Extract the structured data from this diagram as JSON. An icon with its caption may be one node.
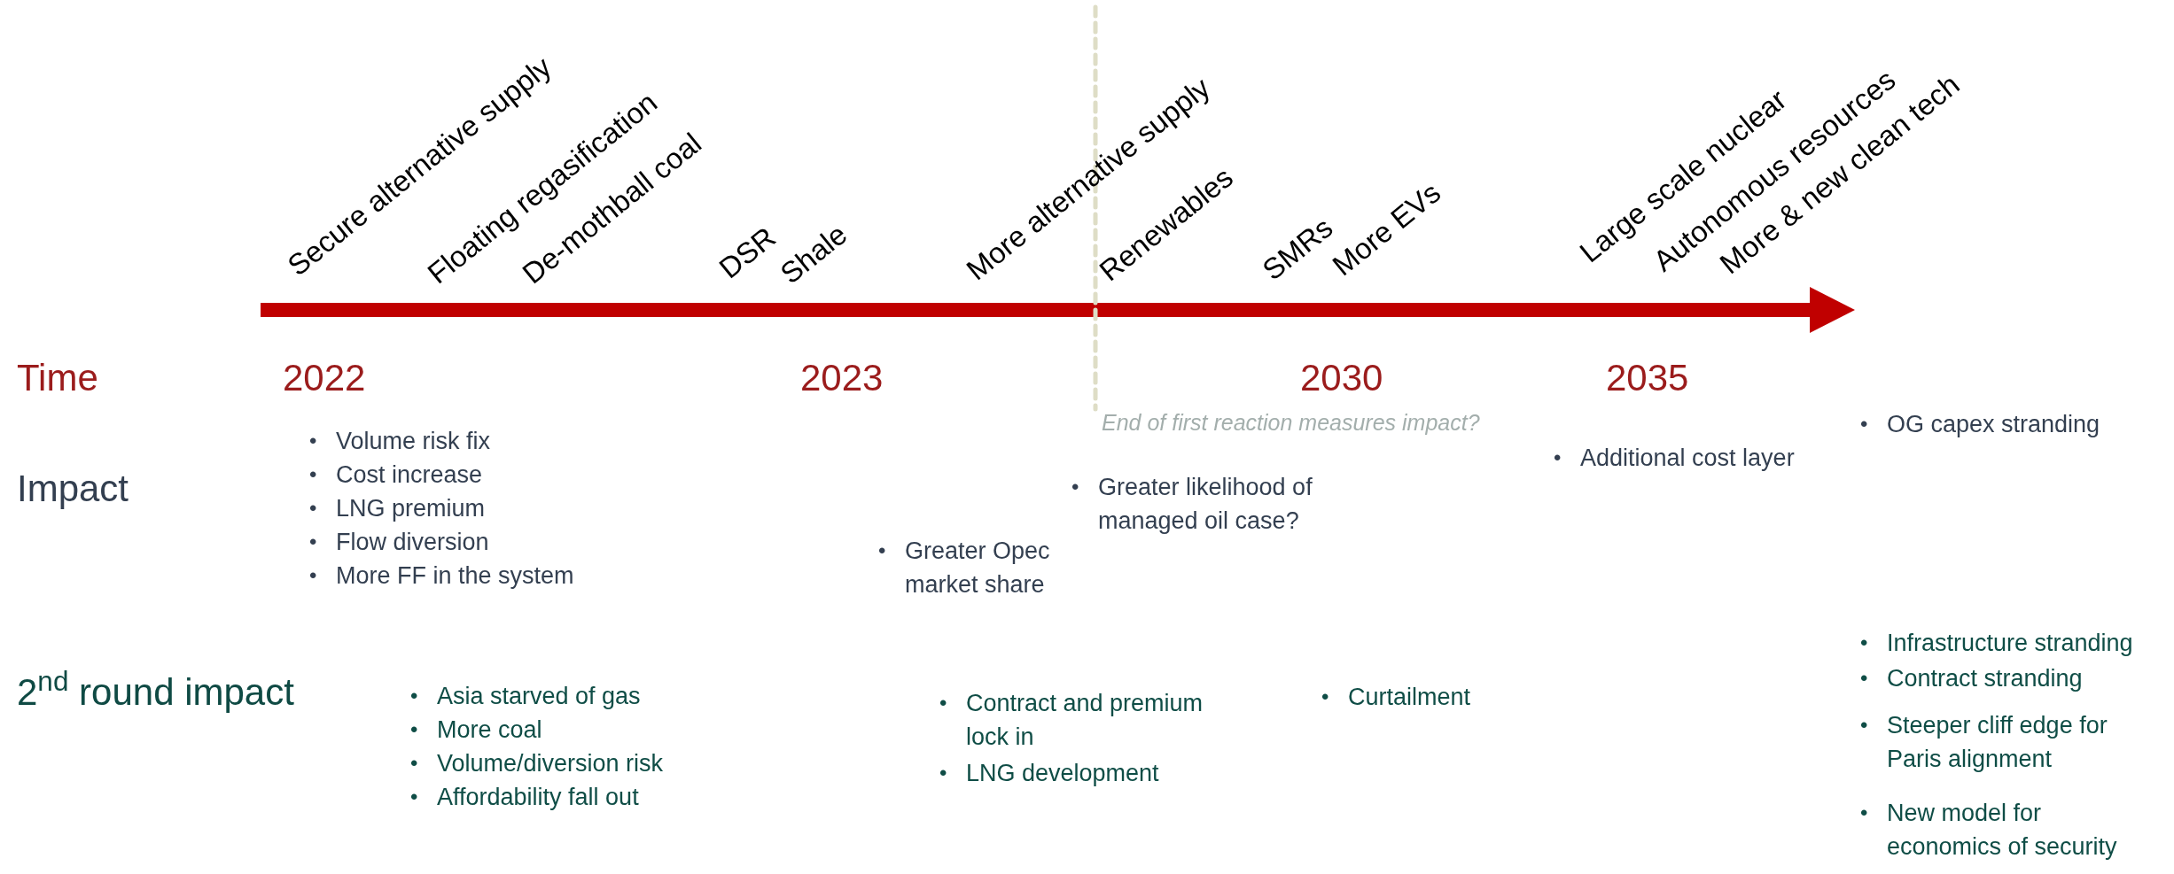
{
  "diagram": {
    "labels": [
      "Secure alternative supply",
      "Floating regasification",
      "De-mothball coal",
      "DSR",
      "Shale",
      "More alternative supply",
      "Renewables",
      "SMRs",
      "More EVs",
      "Large scale nuclear",
      "Autonomous resources",
      "More & new clean tech",
      "Time",
      "2022",
      "2023",
      "2030",
      "2035",
      "End of first reaction measures impact?",
      "•",
      "OG capex stranding",
      "•",
      "Additional cost layer",
      "Impact",
      "•",
      "Volume risk fix",
      "•",
      "Cost increase",
      "•",
      "LNG premium",
      "•",
      "Flow diversion",
      "•",
      "More FF in the system",
      "•",
      "Greater likelihood of managed oil case?",
      "•",
      "Greater Opec market share",
      "•",
      "Infrastructure stranding",
      "•",
      "Contract stranding",
      "2$^{nd}$ round impact",
      "•",
      "Asia starved of gas",
      "•",
      "Curtailment",
      "•",
      "Contract and premium lock in",
      "•",
      "Steeper cliff edge for Paris alignment",
      "•",
      "More coal",
      "•",
      "Volume/diversion risk",
      "•",
      "LNG development",
      "•",
      "Affordability fall out",
      "•",
      "New model for economics of security"
    ]
  }
}
